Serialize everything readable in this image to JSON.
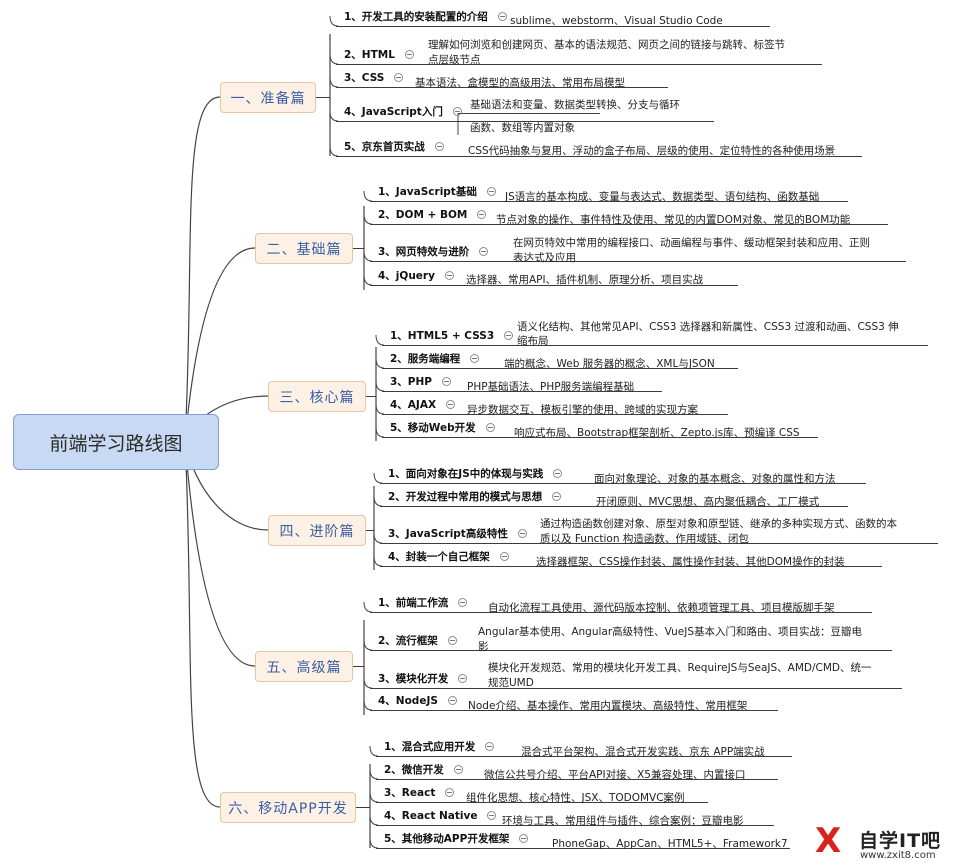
{
  "root": "前端学习路线图",
  "sections": [
    {
      "title": "一、准备篇",
      "items": [
        {
          "label": "1、开发工具的安装配置的介绍",
          "detail": [
            "sublime、webstorm、Visual Studio Code"
          ]
        },
        {
          "label": "2、HTML",
          "detail": [
            "理解如何浏览和创建网页、基本的语法规范、网页之间的链接与跳转、标签节",
            "点层级节点"
          ]
        },
        {
          "label": "3、CSS",
          "detail": [
            "基本语法、盒模型的高级用法、常用布局模型"
          ]
        },
        {
          "label": "4、JavaScript入门",
          "detail": [
            "基础语法和变量、数据类型转换、分支与循环",
            "函数、数组等内置对象"
          ]
        },
        {
          "label": "5、京东首页实战",
          "detail": [
            "CSS代码抽象与复用、浮动的盒子布局、层级的使用、定位特性的各种使用场景"
          ]
        }
      ]
    },
    {
      "title": "二、基础篇",
      "items": [
        {
          "label": "1、JavaScript基础",
          "detail": [
            "JS语言的基本构成、变量与表达式、数据类型、语句结构、函数基础"
          ]
        },
        {
          "label": "2、DOM + BOM",
          "detail": [
            "节点对象的操作、事件特性及使用、常见的内置DOM对象、常见的BOM功能"
          ]
        },
        {
          "label": "3、网页特效与进阶",
          "detail": [
            "在网页特效中常用的编程接口、动画编程与事件、缓动框架封装和应用、正则",
            "表达式及应用"
          ]
        },
        {
          "label": "4、jQuery",
          "detail": [
            "选择器、常用API、插件机制、原理分析、项目实战"
          ]
        }
      ]
    },
    {
      "title": "三、核心篇",
      "items": [
        {
          "label": "1、HTML5 + CSS3",
          "detail": [
            "语义化结构、其他常见API、CSS3 选择器和新属性、CSS3 过渡和动画、CSS3 伸",
            "缩布局"
          ]
        },
        {
          "label": "2、服务端编程",
          "detail": [
            "端的概念、Web 服务器的概念、XML与JSON"
          ]
        },
        {
          "label": "3、PHP",
          "detail": [
            "PHP基础语法、PHP服务端编程基础"
          ]
        },
        {
          "label": "4、AJAX",
          "detail": [
            "异步数据交互、模板引擎的使用、跨域的实现方案"
          ]
        },
        {
          "label": "5、移动Web开发",
          "detail": [
            "响应式布局、Bootstrap框架剖析、Zepto.js库、预编译 CSS"
          ]
        }
      ]
    },
    {
      "title": "四、进阶篇",
      "items": [
        {
          "label": "1、面向对象在JS中的体现与实践",
          "detail": [
            "面向对象理论、对象的基本概念、对象的属性和方法"
          ]
        },
        {
          "label": "2、开发过程中常用的模式与思想",
          "detail": [
            "开闭原则、MVC思想、高内聚低耦合、工厂模式"
          ]
        },
        {
          "label": "3、JavaScript高级特性",
          "detail": [
            "通过构造函数创建对象、原型对象和原型链、继承的多种实现方式、函数的本",
            "质以及 Function 构造函数、作用域链、闭包"
          ]
        },
        {
          "label": "4、封装一个自己框架",
          "detail": [
            "选择器框架、CSS操作封装、属性操作封装、其他DOM操作的封装"
          ]
        }
      ]
    },
    {
      "title": "五、高级篇",
      "items": [
        {
          "label": "1、前端工作流",
          "detail": [
            "自动化流程工具使用、源代码版本控制、依赖项管理工具、项目模版脚手架"
          ]
        },
        {
          "label": "2、流行框架",
          "detail": [
            "Angular基本使用、Angular高级特性、VueJS基本入门和路由、项目实战：豆瓣电",
            "影"
          ]
        },
        {
          "label": "3、模块化开发",
          "detail": [
            "模块化开发规范、常用的模块化开发工具、RequireJS与SeaJS、AMD/CMD、统一",
            "规范UMD"
          ]
        },
        {
          "label": "4、NodeJS",
          "detail": [
            "Node介绍、基本操作、常用内置模块、高级特性、常用框架"
          ]
        }
      ]
    },
    {
      "title": "六、移动APP开发",
      "items": [
        {
          "label": "1、混合式应用开发",
          "detail": [
            "混合式平台架构、混合式开发实践、京东 APP端实战"
          ]
        },
        {
          "label": "2、微信开发",
          "detail": [
            "微信公共号介绍、平台API对接、X5兼容处理、内置接口"
          ]
        },
        {
          "label": "3、React",
          "detail": [
            "组件化思想、核心特性、JSX、TODOMVC案例"
          ]
        },
        {
          "label": "4、React Native",
          "detail": [
            "环境与工具、常用组件与插件、综合案例：豆瓣电影"
          ]
        },
        {
          "label": "5、其他移动APP开发框架",
          "detail": [
            "PhoneGap、AppCan、HTML5+、Framework7"
          ]
        }
      ]
    }
  ],
  "watermark": {
    "glyph": "X",
    "text": "自学IT吧",
    "url": "www.zxit8.com"
  },
  "colors": {
    "root_bg": "#c8d9f3",
    "section_bg": "#fdf0e4",
    "section_text": "#3a5ea6",
    "line": "#3c3c3c"
  }
}
